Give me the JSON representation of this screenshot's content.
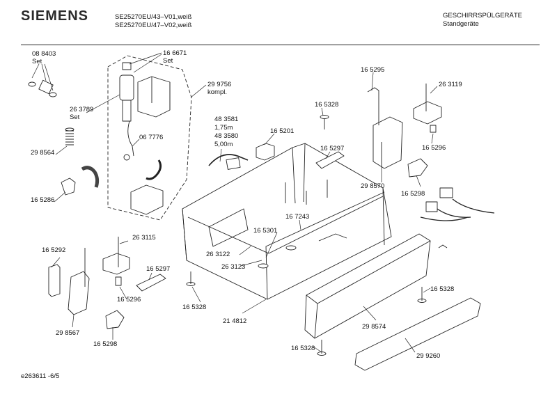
{
  "header": {
    "brand": "SIEMENS",
    "model_lines": [
      "SE25270EU/43–V01,weiß",
      "SE25270EU/47–V02,weiß"
    ],
    "category_lines": [
      "GESCHIRRSPÜLGERÄTE",
      "Standgeräte"
    ]
  },
  "footer": {
    "doc_code": "e263611 -6/5"
  },
  "callouts": [
    {
      "id": "c1",
      "lines": [
        "08 8403",
        "Set"
      ]
    },
    {
      "id": "c2",
      "lines": [
        "16 6671",
        "Set"
      ]
    },
    {
      "id": "c3",
      "lines": [
        "29 9756",
        "kompl."
      ]
    },
    {
      "id": "c4",
      "lines": [
        "26 3789",
        "Set"
      ]
    },
    {
      "id": "c5",
      "lines": [
        "06 7776"
      ]
    },
    {
      "id": "c6",
      "lines": [
        "29 8564"
      ]
    },
    {
      "id": "c7",
      "lines": [
        "16 5286"
      ]
    },
    {
      "id": "c8",
      "lines": [
        "48 3581",
        "1,75m",
        "48 3580",
        "5,00m"
      ]
    },
    {
      "id": "c9",
      "lines": [
        "16 5328"
      ]
    },
    {
      "id": "c10",
      "lines": [
        "16 5201"
      ]
    },
    {
      "id": "c11",
      "lines": [
        "16 5297"
      ]
    },
    {
      "id": "c12",
      "lines": [
        "16 5295"
      ]
    },
    {
      "id": "c13",
      "lines": [
        "26 3119"
      ]
    },
    {
      "id": "c14",
      "lines": [
        "16 5296"
      ]
    },
    {
      "id": "c15",
      "lines": [
        "29 8570"
      ]
    },
    {
      "id": "c16",
      "lines": [
        "16 5298"
      ]
    },
    {
      "id": "c17",
      "lines": [
        "16 7243"
      ]
    },
    {
      "id": "c18",
      "lines": [
        "16 5301"
      ]
    },
    {
      "id": "c19",
      "lines": [
        "26 3122"
      ]
    },
    {
      "id": "c20",
      "lines": [
        "26 3123"
      ]
    },
    {
      "id": "c21",
      "lines": [
        "16 5292"
      ]
    },
    {
      "id": "c22",
      "lines": [
        "26 3115"
      ]
    },
    {
      "id": "c23",
      "lines": [
        "16 5297"
      ]
    },
    {
      "id": "c24",
      "lines": [
        "16 5296"
      ]
    },
    {
      "id": "c25",
      "lines": [
        "29 8567"
      ]
    },
    {
      "id": "c26",
      "lines": [
        "16 5298"
      ]
    },
    {
      "id": "c27",
      "lines": [
        "16 5328"
      ]
    },
    {
      "id": "c28",
      "lines": [
        "21 4812"
      ]
    },
    {
      "id": "c29",
      "lines": [
        "16 5328"
      ]
    },
    {
      "id": "c30",
      "lines": [
        "29 8574"
      ]
    },
    {
      "id": "c31",
      "lines": [
        "16 5328"
      ]
    },
    {
      "id": "c32",
      "lines": [
        "29 9260"
      ]
    }
  ]
}
